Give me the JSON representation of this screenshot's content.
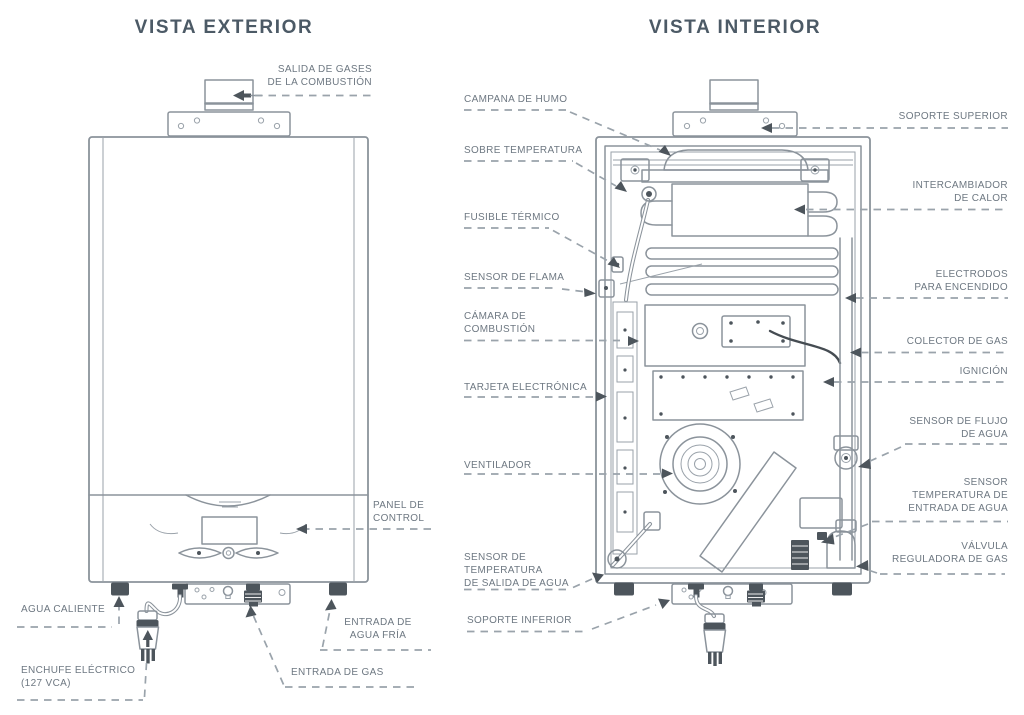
{
  "titles": {
    "exterior": "VISTA EXTERIOR",
    "interior": "VISTA INTERIOR"
  },
  "exterior": {
    "labels": {
      "salida_gases": "SALIDA DE GASES\nDE LA COMBUSTIÓN",
      "panel_control": "PANEL DE\nCONTROL",
      "agua_caliente": "AGUA CALIENTE",
      "enchufe_electrico": "ENCHUFE ELÉCTRICO\n(127 VCA)",
      "entrada_agua_fria": "ENTRADA DE\nAGUA FRÍA",
      "entrada_gas": "ENTRADA DE GAS"
    }
  },
  "interior": {
    "labels_left": {
      "campana_humo": "CAMPANA DE HUMO",
      "sobre_temperatura": "SOBRE TEMPERATURA",
      "fusible_termico": "FUSIBLE TÉRMICO",
      "sensor_flama": "SENSOR DE FLAMA",
      "camara_combustion": "CÁMARA DE\nCOMBUSTIÓN",
      "tarjeta_electronica": "TARJETA ELECTRÓNICA",
      "ventilador": "VENTILADOR",
      "sensor_salida_agua": "SENSOR DE\nTEMPERATURA\nDE SALIDA DE AGUA",
      "soporte_inferior": "SOPORTE INFERIOR"
    },
    "labels_right": {
      "soporte_superior": "SOPORTE SUPERIOR",
      "intercambiador": "INTERCAMBIADOR\nDE CALOR",
      "electrodos": "ELECTRODOS\nPARA ENCENDIDO",
      "colector_gas": "COLECTOR DE GAS",
      "ignicion": "IGNICIÓN",
      "sensor_flujo": "SENSOR DE FLUJO\nDE AGUA",
      "sensor_temp_entrada": "SENSOR\nTEMPERATURA DE\nENTRADA DE AGUA",
      "valvula_gas": "VÁLVULA\nREGULADORA DE GAS"
    }
  },
  "colors": {
    "title_text": "#4c5a66",
    "label_text": "#6e7882",
    "line_art": "#8b939b",
    "dark_fill": "#4d555c",
    "leader_dash": "#9aa3ab",
    "background": "#ffffff"
  }
}
